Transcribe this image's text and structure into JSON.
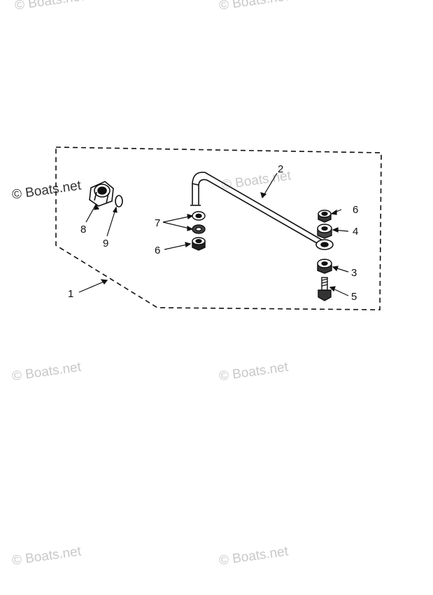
{
  "watermark": {
    "text": "© Boats.net",
    "color": "#c8c8c8"
  },
  "callouts": {
    "c1": "1",
    "c2": "2",
    "c3": "3",
    "c4": "4",
    "c5": "5",
    "c6_right": "6",
    "c6_left": "6",
    "c7": "7",
    "c8": "8",
    "c9": "9"
  },
  "colors": {
    "ink": "#111111",
    "background": "#ffffff"
  }
}
